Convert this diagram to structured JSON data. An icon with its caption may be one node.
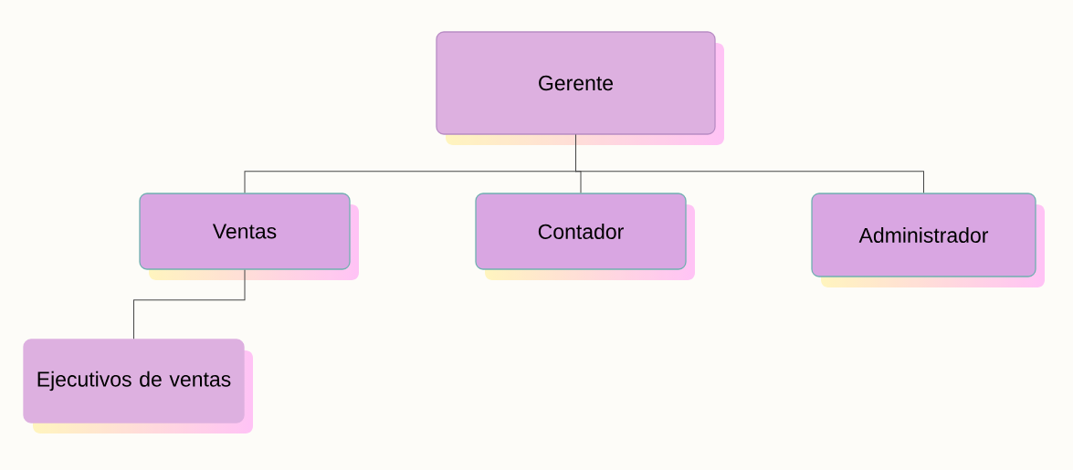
{
  "diagram": {
    "nodes": [
      {
        "text": [
          "Gerente"
        ]
      },
      {
        "text": [
          "Ventas"
        ]
      },
      {
        "text": [
          "Contador"
        ]
      },
      {
        "text": [
          "Administrador"
        ]
      },
      {
        "text": [
          "Ejecutivos de ventas"
        ]
      }
    ],
    "edges": [
      {
        "from": 0,
        "to": 1,
        "arrow": "none"
      },
      {
        "from": 0,
        "to": 2,
        "arrow": "none"
      },
      {
        "from": 0,
        "to": 3,
        "arrow": "none"
      },
      {
        "from": 1,
        "to": 4,
        "arrow": "none"
      }
    ]
  }
}
